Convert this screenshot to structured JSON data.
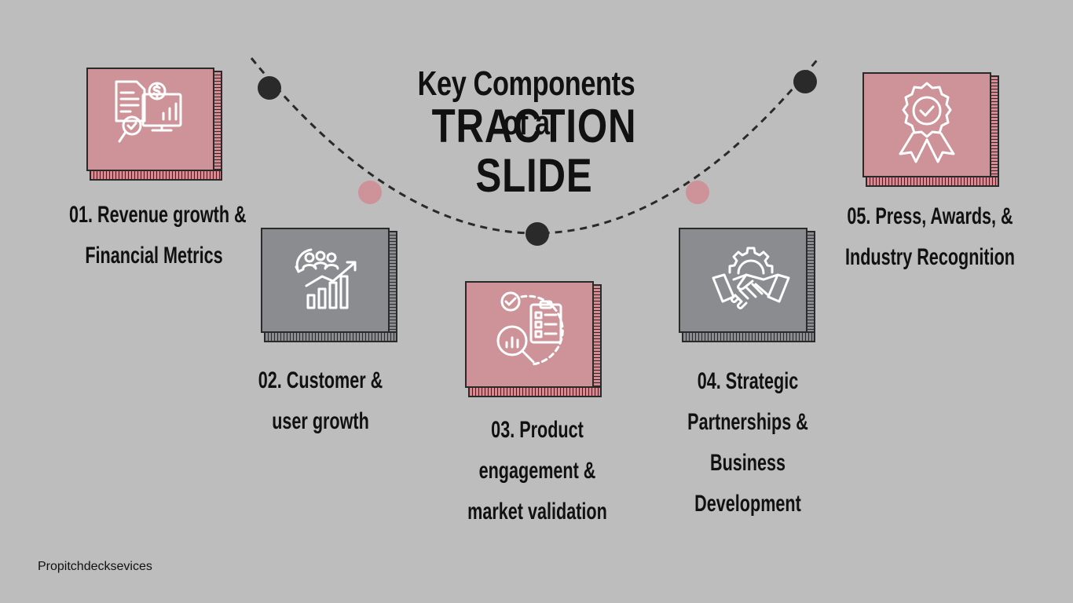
{
  "title": {
    "line1": "Key Components of a",
    "line2": "TRACTION",
    "line3": "SLIDE"
  },
  "components": [
    {
      "lines": [
        "01. Revenue growth &",
        "Financial Metrics"
      ],
      "icon": "financial-report-icon",
      "box_color": "pink"
    },
    {
      "lines": [
        "02. Customer &",
        "user growth"
      ],
      "icon": "customer-growth-icon",
      "box_color": "gray"
    },
    {
      "lines": [
        "03. Product",
        "engagement &",
        "market validation"
      ],
      "icon": "market-validation-icon",
      "box_color": "pink"
    },
    {
      "lines": [
        "04. Strategic",
        "Partnerships &",
        "Business",
        "Development"
      ],
      "icon": "handshake-gear-icon",
      "box_color": "gray"
    },
    {
      "lines": [
        "05. Press, Awards, &",
        "Industry Recognition"
      ],
      "icon": "award-badge-icon",
      "box_color": "pink"
    }
  ],
  "footer": "Propitchdecksevices",
  "colors": {
    "background": "#bdbdbd",
    "pink": "#cd9399",
    "gray": "#8a8c90",
    "dark": "#2a2a2a",
    "text": "#111111"
  }
}
